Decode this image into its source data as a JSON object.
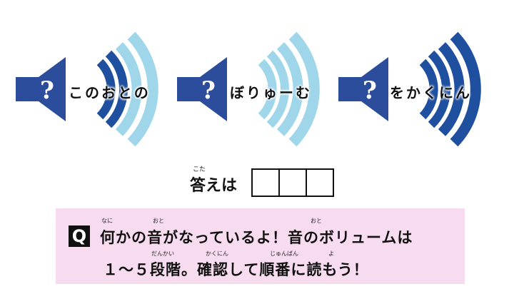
{
  "speakers": [
    {
      "label": "このおとの",
      "icon": "speaker-question-icon"
    },
    {
      "label": "ぼりゅーむ",
      "icon": "speaker-question-icon"
    },
    {
      "label": "をかくにん",
      "icon": "speaker-question-icon"
    }
  ],
  "colors": {
    "speaker_body": "#2c4c9c",
    "wave_light": "#9fd6ea",
    "wave_dark": "#1f4f9f",
    "question_bg": "#f6dcee"
  },
  "answer": {
    "ruby": "こた",
    "label": "答えは",
    "boxes": 3
  },
  "question": {
    "badge": "Q",
    "line1": "何かの音がなっているよ！音のボリュームは",
    "line2": "１～５段階。確認して順番に読もう！",
    "ruby": {
      "nani": "なに",
      "oto1": "おと",
      "oto2": "おと",
      "dankai": "だんかい",
      "kakunin": "かくにん",
      "junban": "じゅんばん",
      "yo": "よ"
    }
  }
}
